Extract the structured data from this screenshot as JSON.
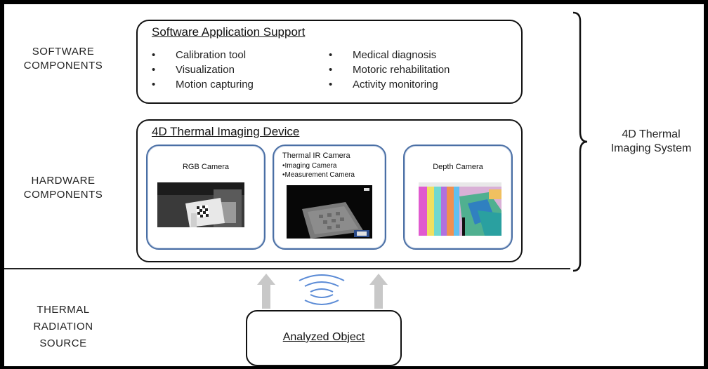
{
  "side_labels": {
    "software": [
      "SOFTWARE",
      "COMPONENTS"
    ],
    "hardware": [
      "HARDWARE",
      "COMPONENTS"
    ],
    "source": [
      "THERMAL",
      "RADIATION",
      "SOURCE"
    ]
  },
  "software_box": {
    "title": "Software Application Support",
    "left_items": [
      "Calibration tool",
      "Visualization",
      "Motion capturing"
    ],
    "right_items": [
      "Medical diagnosis",
      "Motoric rehabilitation",
      "Activity monitoring"
    ],
    "bullet": "•"
  },
  "device_box": {
    "title": "4D Thermal Imaging Device",
    "cameras": {
      "rgb": {
        "title": "RGB Camera"
      },
      "thermal": {
        "title": "Thermal IR Camera",
        "sub1": "•Imaging Camera",
        "sub2": "•Measurement Camera"
      },
      "depth": {
        "title": "Depth Camera"
      }
    }
  },
  "system_label": [
    "4D Thermal",
    "Imaging System"
  ],
  "object_label": "Analyzed Object",
  "colors": {
    "camera_border": "#4a6fa5",
    "arrow": "#c8c8c8",
    "wave": "#5b8bd6"
  },
  "icons": [
    "up-arrow-icon",
    "wireless-wave-icon",
    "bracket-icon"
  ]
}
